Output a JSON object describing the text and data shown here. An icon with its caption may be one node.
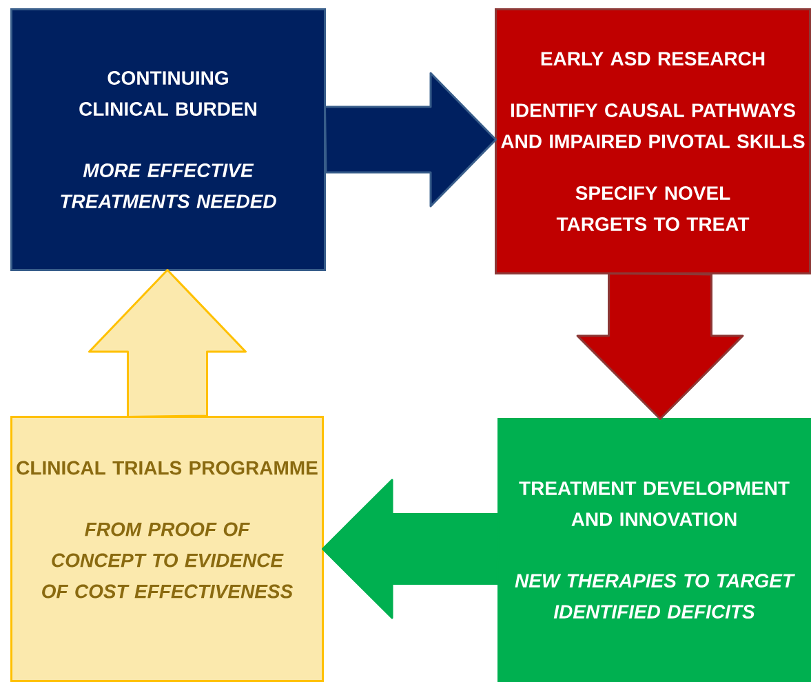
{
  "diagram": {
    "nodes": [
      {
        "text": [
          "CONTINUING CLINICAL BURDEN",
          "MORE EFFECTIVE TREATMENTS NEEDED"
        ]
      },
      {
        "text": [
          "EARLY ASD RESEARCH",
          "IDENTIFY CAUSAL PATHWAYS AND IMPAIRED PIVOTAL SKILLS",
          "SPECIFY NOVEL TARGETS TO TREAT"
        ]
      },
      {
        "text": [
          "TREATMENT DEVELOPMENT AND INNOVATION",
          "NEW THERAPIES TO TARGET IDENTIFIED DEFICITS"
        ]
      },
      {
        "text": [
          "CLINICAL TRIALS PROGRAMME",
          "FROM PROOF OF CONCEPT TO EVIDENCE OF COST EFFECTIVENESS"
        ]
      }
    ],
    "edges": [
      {
        "from": 0,
        "to": 1,
        "arrow": "to",
        "style": "thick",
        "color": "#002060"
      },
      {
        "from": 1,
        "to": 2,
        "arrow": "to",
        "style": "thick",
        "color": "#c00000"
      },
      {
        "from": 2,
        "to": 3,
        "arrow": "to",
        "style": "thick",
        "color": "#00b050"
      },
      {
        "from": 3,
        "to": 0,
        "arrow": "to",
        "style": "thick",
        "color": "#fbe9ad"
      }
    ]
  }
}
